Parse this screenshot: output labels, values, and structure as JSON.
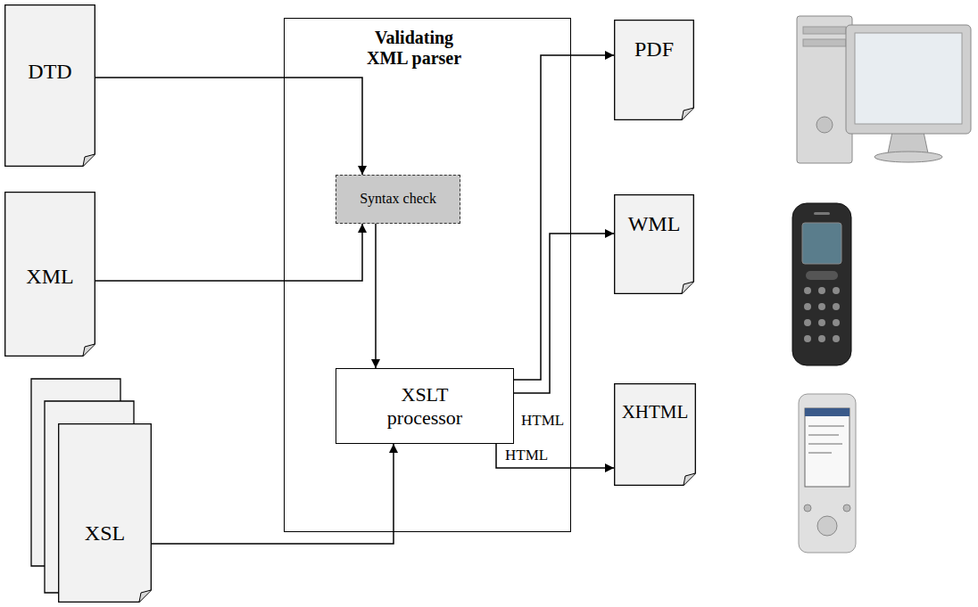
{
  "diagram": {
    "nodes": [
      {
        "text": [
          "DTD"
        ]
      },
      {
        "text": [
          "XML"
        ]
      },
      {
        "text": [
          "XSL"
        ]
      },
      {
        "text": [
          "Validating XML parser"
        ]
      },
      {
        "text": [
          "Syntax check"
        ],
        "in": 3
      },
      {
        "text": [
          "XSLT processor"
        ],
        "in": 3
      },
      {
        "text": [
          "PDF"
        ]
      },
      {
        "text": [
          "WML"
        ]
      },
      {
        "text": [
          "XHTML"
        ]
      }
    ],
    "edges": [
      {
        "from": 0,
        "to": 4,
        "arrow": "to"
      },
      {
        "from": 1,
        "to": 4,
        "arrow": "to"
      },
      {
        "from": 4,
        "to": 5,
        "arrow": "to"
      },
      {
        "from": 2,
        "to": 5,
        "arrow": "to"
      },
      {
        "from": 5,
        "to": 6,
        "arrow": "to"
      },
      {
        "from": 5,
        "to": 7,
        "arrow": "to"
      },
      {
        "from": 5,
        "to": 8,
        "label": "HTML",
        "arrow": "to"
      }
    ],
    "labels": [
      "HTML"
    ]
  }
}
